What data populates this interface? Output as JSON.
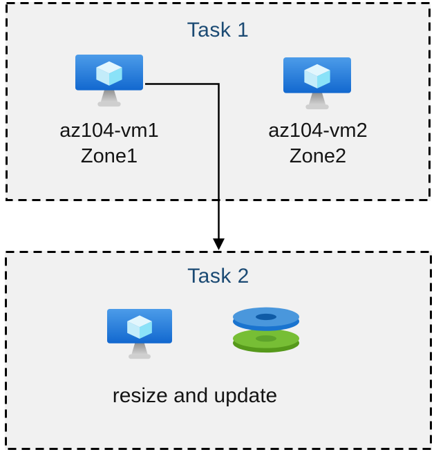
{
  "task1": {
    "title": "Task 1",
    "vms": [
      {
        "name": "az104-vm1",
        "zone": "Zone1",
        "icon": "virtual-machine-icon"
      },
      {
        "name": "az104-vm2",
        "zone": "Zone2",
        "icon": "virtual-machine-icon"
      }
    ]
  },
  "task2": {
    "title": "Task 2",
    "caption": "resize and update",
    "icons": [
      "virtual-machine-icon",
      "disks-icon"
    ]
  },
  "connector": {
    "type": "arrow",
    "from": "az104-vm1",
    "to": "Task 2"
  },
  "colors": {
    "task_title": "#1b4a73",
    "caption_text": "#141414",
    "box_fill": "#f1f1f1",
    "border": "#000000",
    "arrow": "#000000",
    "vm_screen_top": "#4c9ce9",
    "vm_screen_bottom": "#1268cf",
    "cube_top": "#e2f6fd",
    "cube_left": "#c3ecfa",
    "cube_right": "#8ae2f8",
    "stand_top": "#8f8f8f",
    "stand_bottom": "#d8d8d8",
    "stand_base": "#cfcfcf",
    "disk_blue_top": "#4a97dc",
    "disk_blue_side": "#1a74cf",
    "disk_blue_hole": "#0f5ba6",
    "disk_green_top": "#77be35",
    "disk_green_side": "#56991b",
    "disk_green_hole": "#5da32a"
  }
}
